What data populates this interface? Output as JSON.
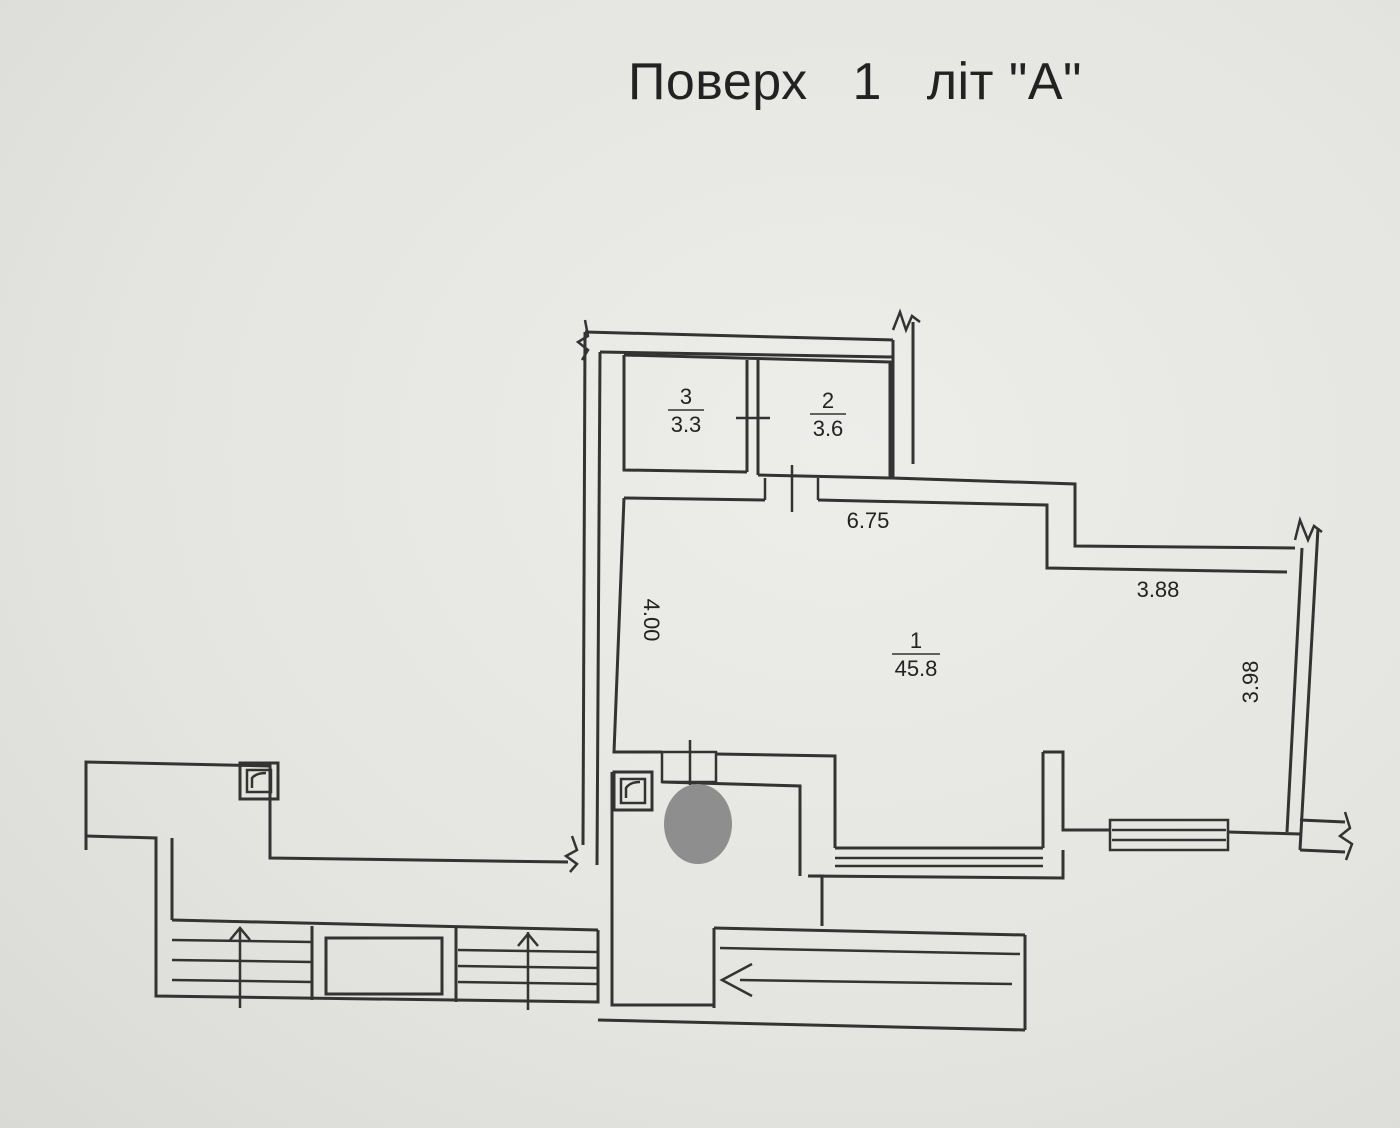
{
  "title": {
    "floor_word": "Поверх",
    "floor_number": "1",
    "letter": "літ \"А\""
  },
  "rooms": [
    {
      "number": "1",
      "area": "45.8"
    },
    {
      "number": "2",
      "area": "3.6"
    },
    {
      "number": "3",
      "area": "3.3"
    }
  ],
  "dimensions": {
    "top_width": "6.75",
    "right_width": "3.88",
    "left_height": "4.00",
    "right_height": "3.98"
  },
  "colors": {
    "paper": "#e6e6e2",
    "lines": "#333333",
    "redaction": "#8e8e8e"
  }
}
